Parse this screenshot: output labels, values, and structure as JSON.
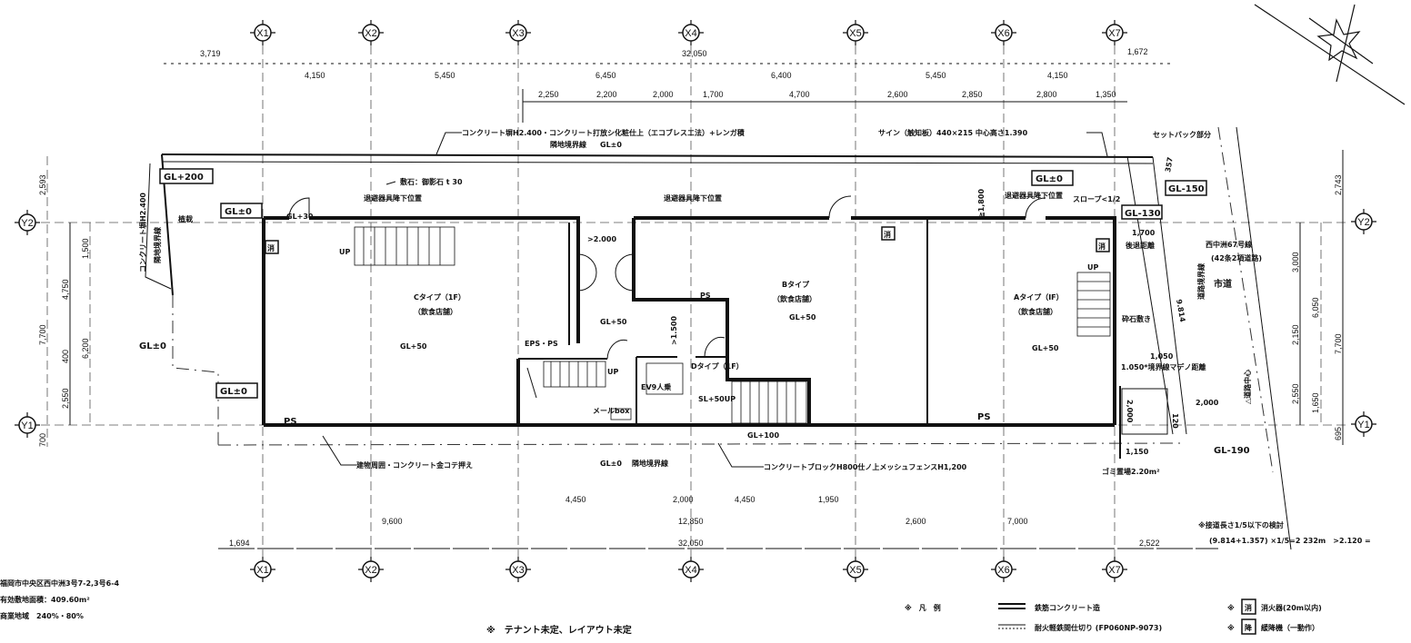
{
  "grid": {
    "x": [
      "X1",
      "X2",
      "X3",
      "X4",
      "X5",
      "X6",
      "X7"
    ],
    "y": [
      "Y1",
      "Y2"
    ]
  },
  "dims_top": {
    "overall": "32,050",
    "left_offset": "3,719",
    "right_offset": "1,672",
    "row1": [
      "4,150",
      "5,450",
      "6,450",
      "6,400",
      "5,450",
      "4,150"
    ],
    "row2": [
      "2,250",
      "2,200",
      "2,000",
      "1,700",
      "4,700",
      "2,600",
      "2,850",
      "2,800",
      "1,350"
    ]
  },
  "dims_bottom": {
    "row1": [
      "4,450",
      "2,000",
      "4,450",
      "1,950"
    ],
    "row2": [
      "9,600",
      "12,850",
      "2,600",
      "7,000"
    ],
    "overall": "32,050",
    "left_offset": "1,694",
    "right_offset": "2,522"
  },
  "dims_left": [
    "2,593",
    "7,700",
    "4,750",
    "1,500",
    "400",
    "6,200",
    "2,550",
    "700"
  ],
  "dims_right": [
    "2,743",
    "3,000",
    "6,050",
    "7,700",
    "2,150",
    "2,550",
    "1,650",
    "695"
  ],
  "annotations": {
    "top_wall": "コンクリート塀H2.400・コンクリート打放シ化粧仕上（エコブレスエ法）+レンガ積",
    "sign": "サイン（触知板）440×215 中心高さ1.390",
    "top_boundary": "隣地境界線",
    "top_gl": "GL±0",
    "setback": "セットバック部分",
    "paving": "敷石：御影石 t 30",
    "evac": "退避器具降下位置",
    "left_wall": "コンクリート塀H2.400",
    "left_boundary": "隣地境界線",
    "planting": "植栽",
    "gl_plus200": "GL+200",
    "gl_zero": "GL±0",
    "gl_minus150": "GL-150",
    "gl_minus130": "GL-130",
    "gl_minus190": "GL-190",
    "slope": "スロープ<1/2",
    "gl_plus30": "GL+30",
    "min_1800": "≧1,800",
    "dim_357": "357",
    "bottom_paving": "建物周囲・コンクリート金コテ押え",
    "bottom_boundary": "隣地境界線",
    "fence": "コンクリートブロックH800仕ノ上メッシュフェンスH1,200",
    "gl_plus100": "GL+100",
    "road_name": "西中洲67号線",
    "road_type": "(42条2項道路)",
    "city_road": "市道",
    "road_boundary": "道路境界線",
    "road_center": "△道路中心",
    "road_len": "9.814",
    "setback_dist_val": "1,700",
    "setback_dist": "後退距離",
    "gravel": "砕石敷き",
    "b_dist_val": "1,050",
    "b_dist": "1.050*境界線マデノ距離",
    "dim_2000a": "2,000",
    "dim_2000b": "2,000",
    "dim_120": "120",
    "dim_1150": "1,150",
    "garbage": "ゴミ置場2.20m²",
    "corridor_min": ">2.000",
    "ev_min": ">1.500"
  },
  "rooms": {
    "c": {
      "name": "Cタイプ（1F）",
      "use": "（飲食店舗）",
      "gl": "GL+50"
    },
    "b": {
      "name": "Bタイプ",
      "use": "（飲食店舗）",
      "gl": "GL+50"
    },
    "a": {
      "name": "Aタイプ（IF）",
      "use": "（飲食店舗）",
      "gl": "GL+50"
    },
    "d": {
      "name": "Dタイプ（1F）",
      "gl": "SL+50UP"
    },
    "corridor_gl": "GL+50",
    "eps": "EPS・PS",
    "ev": "EV9人乗",
    "mailbox": "メールbox",
    "ps": "PS",
    "up": "UP",
    "extinguisher": "消"
  },
  "site_info": [
    "福岡市中央区西中洲3号7-2,3号6-4",
    "有効敷地面積：409.60m²",
    "商業地域　240%・80%"
  ],
  "tenant_note": "※　テナント未定、レイアウト未定",
  "access_check": {
    "title": "※接道長さ1/5以下の検討",
    "formula": "(9.814+1.357) ×1/5=2 232m　>2.120 ="
  },
  "legend": {
    "title": "※　凡　例",
    "rc": "鉄筋コンクリート造",
    "partition": "耐火軽鉄間仕切り (FP060NP-9073)",
    "mark": "※",
    "ext_icon": "消",
    "ext_label": "消火器(20m以内)",
    "desc_icon": "降",
    "desc_label": "緩降機（一動作）"
  }
}
